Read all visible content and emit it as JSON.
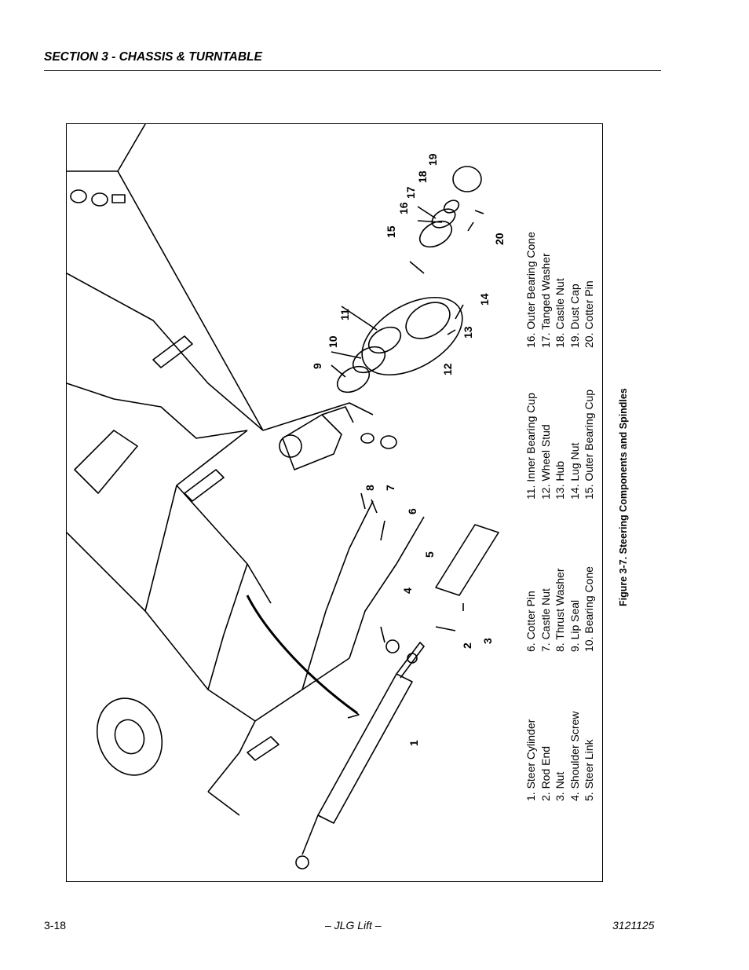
{
  "header": {
    "section_title": "SECTION 3 - CHASSIS & TURNTABLE"
  },
  "figure": {
    "caption": "Figure 3-7.  Steering Components and Spindles",
    "callouts": [
      "1",
      "2",
      "3",
      "4",
      "5",
      "6",
      "7",
      "8",
      "9",
      "10",
      "11",
      "12",
      "13",
      "14",
      "15",
      "16",
      "17",
      "18",
      "19",
      "20"
    ],
    "legend": {
      "col1": [
        "1.  Steer Cylinder",
        "2.  Rod End",
        "3.  Nut",
        "4.  Shoulder Screw",
        "5.  Steer Link"
      ],
      "col2": [
        "6.  Cotter Pin",
        "7.  Castle Nut",
        "8.  Thrust Washer",
        "9.  Lip Seal",
        "10.  Bearing Cone"
      ],
      "col3": [
        "11.  Inner Bearing Cup",
        "12.  Wheel Stud",
        "13.  Hub",
        "14.  Lug Nut",
        "15.  Outer Bearing Cup"
      ],
      "col4": [
        "16.  Outer Bearing Cone",
        "17.  Tanged Washer",
        "18.  Castle Nut",
        "19.  Dust Cap",
        "20.  Cotter Pin"
      ]
    }
  },
  "footer": {
    "page_number": "3-18",
    "publisher": "– JLG Lift –",
    "doc_number": "3121125"
  }
}
